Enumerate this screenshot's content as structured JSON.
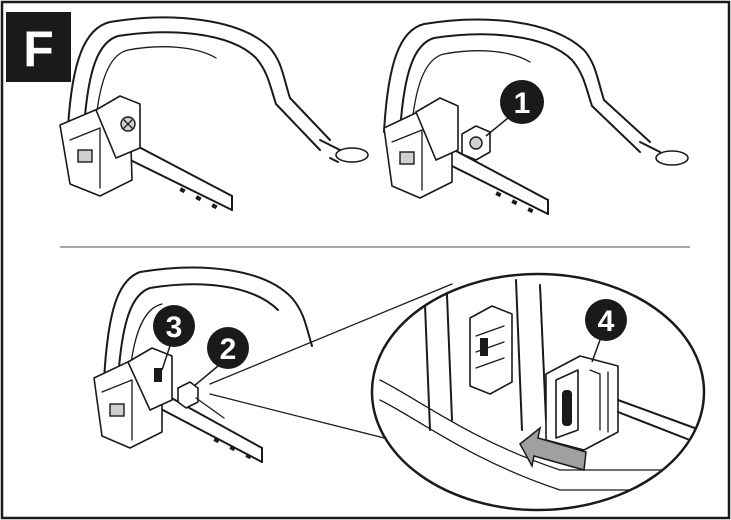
{
  "panel": {
    "letter": "F"
  },
  "callouts": [
    {
      "label": "1"
    },
    {
      "label": "2"
    },
    {
      "label": "3"
    },
    {
      "label": "4"
    }
  ],
  "colors": {
    "ink": "#1a1a1a",
    "paper": "#ffffff",
    "gray": "#a0a0a0"
  }
}
